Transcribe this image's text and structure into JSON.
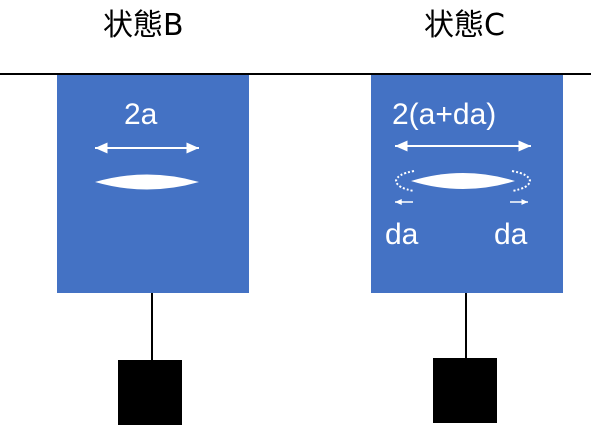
{
  "colors": {
    "panel": "#4472C4",
    "crack": "#FFFFFF",
    "line": "#000000"
  },
  "state_b": {
    "title": "状態B",
    "width_label": "2a"
  },
  "state_c": {
    "title": "状態C",
    "width_label": "2(a+da)",
    "left_growth_label": "da",
    "right_growth_label": "da"
  }
}
